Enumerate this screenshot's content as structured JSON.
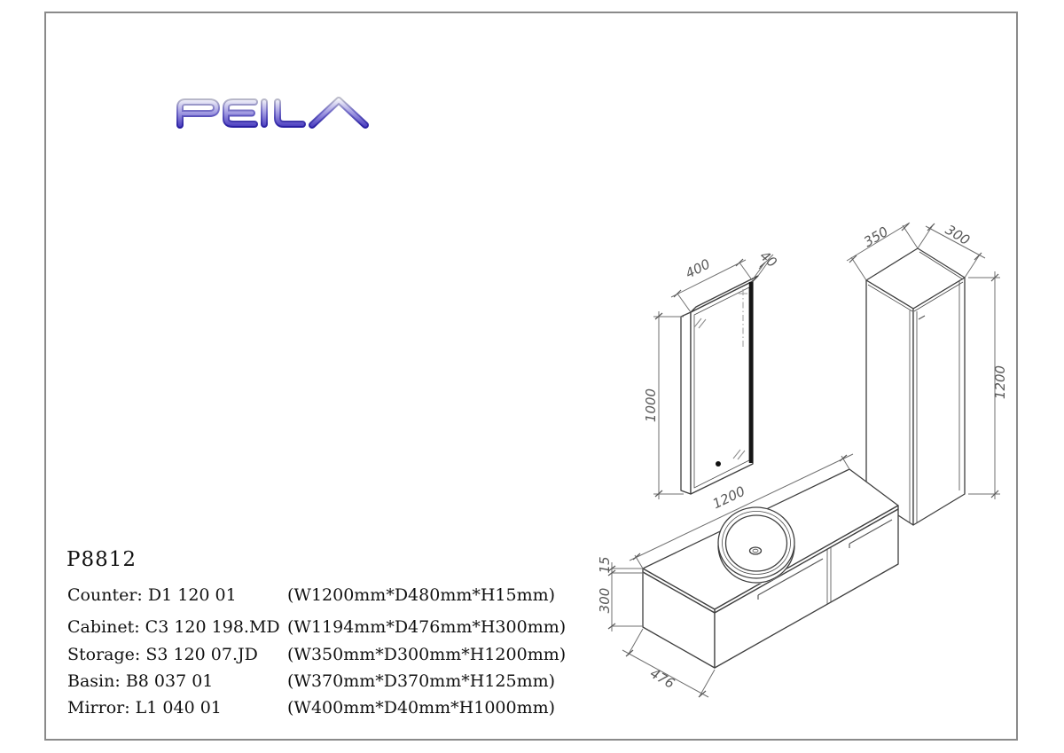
{
  "page": {
    "border_color": "#8a8a8a",
    "background": "#ffffff"
  },
  "logo": {
    "text": "PEILA",
    "gradient_top": "#e9e9f2",
    "gradient_mid": "#7f7ad0",
    "gradient_bottom": "#2317a6"
  },
  "product": {
    "model": "P8812",
    "specs": [
      {
        "label": "Counter:",
        "code": "D1 120 01",
        "dims": "(W1200mm*D480mm*H15mm)"
      },
      {
        "label": "Cabinet:",
        "code": "C3 120 198.MD",
        "dims": "(W1194mm*D476mm*H300mm)"
      },
      {
        "label": "Storage:",
        "code": "S3 120 07.JD",
        "dims": "(W350mm*D300mm*H1200mm)"
      },
      {
        "label": "Basin:",
        "code": "B8 037 01",
        "dims": "(W370mm*D370mm*H125mm)"
      },
      {
        "label": "Mirror:",
        "code": "L1 040 01",
        "dims": "(W400mm*D40mm*H1000mm)"
      }
    ]
  },
  "drawing": {
    "line_color": "#3f3f3f",
    "mirror": {
      "width": "400",
      "depth": "40",
      "height": "1000"
    },
    "storage": {
      "width": "350",
      "depth": "300",
      "height": "1200"
    },
    "vanity": {
      "width": "1200",
      "counter_thickness": "15",
      "cabinet_height": "300",
      "depth": "476"
    }
  }
}
